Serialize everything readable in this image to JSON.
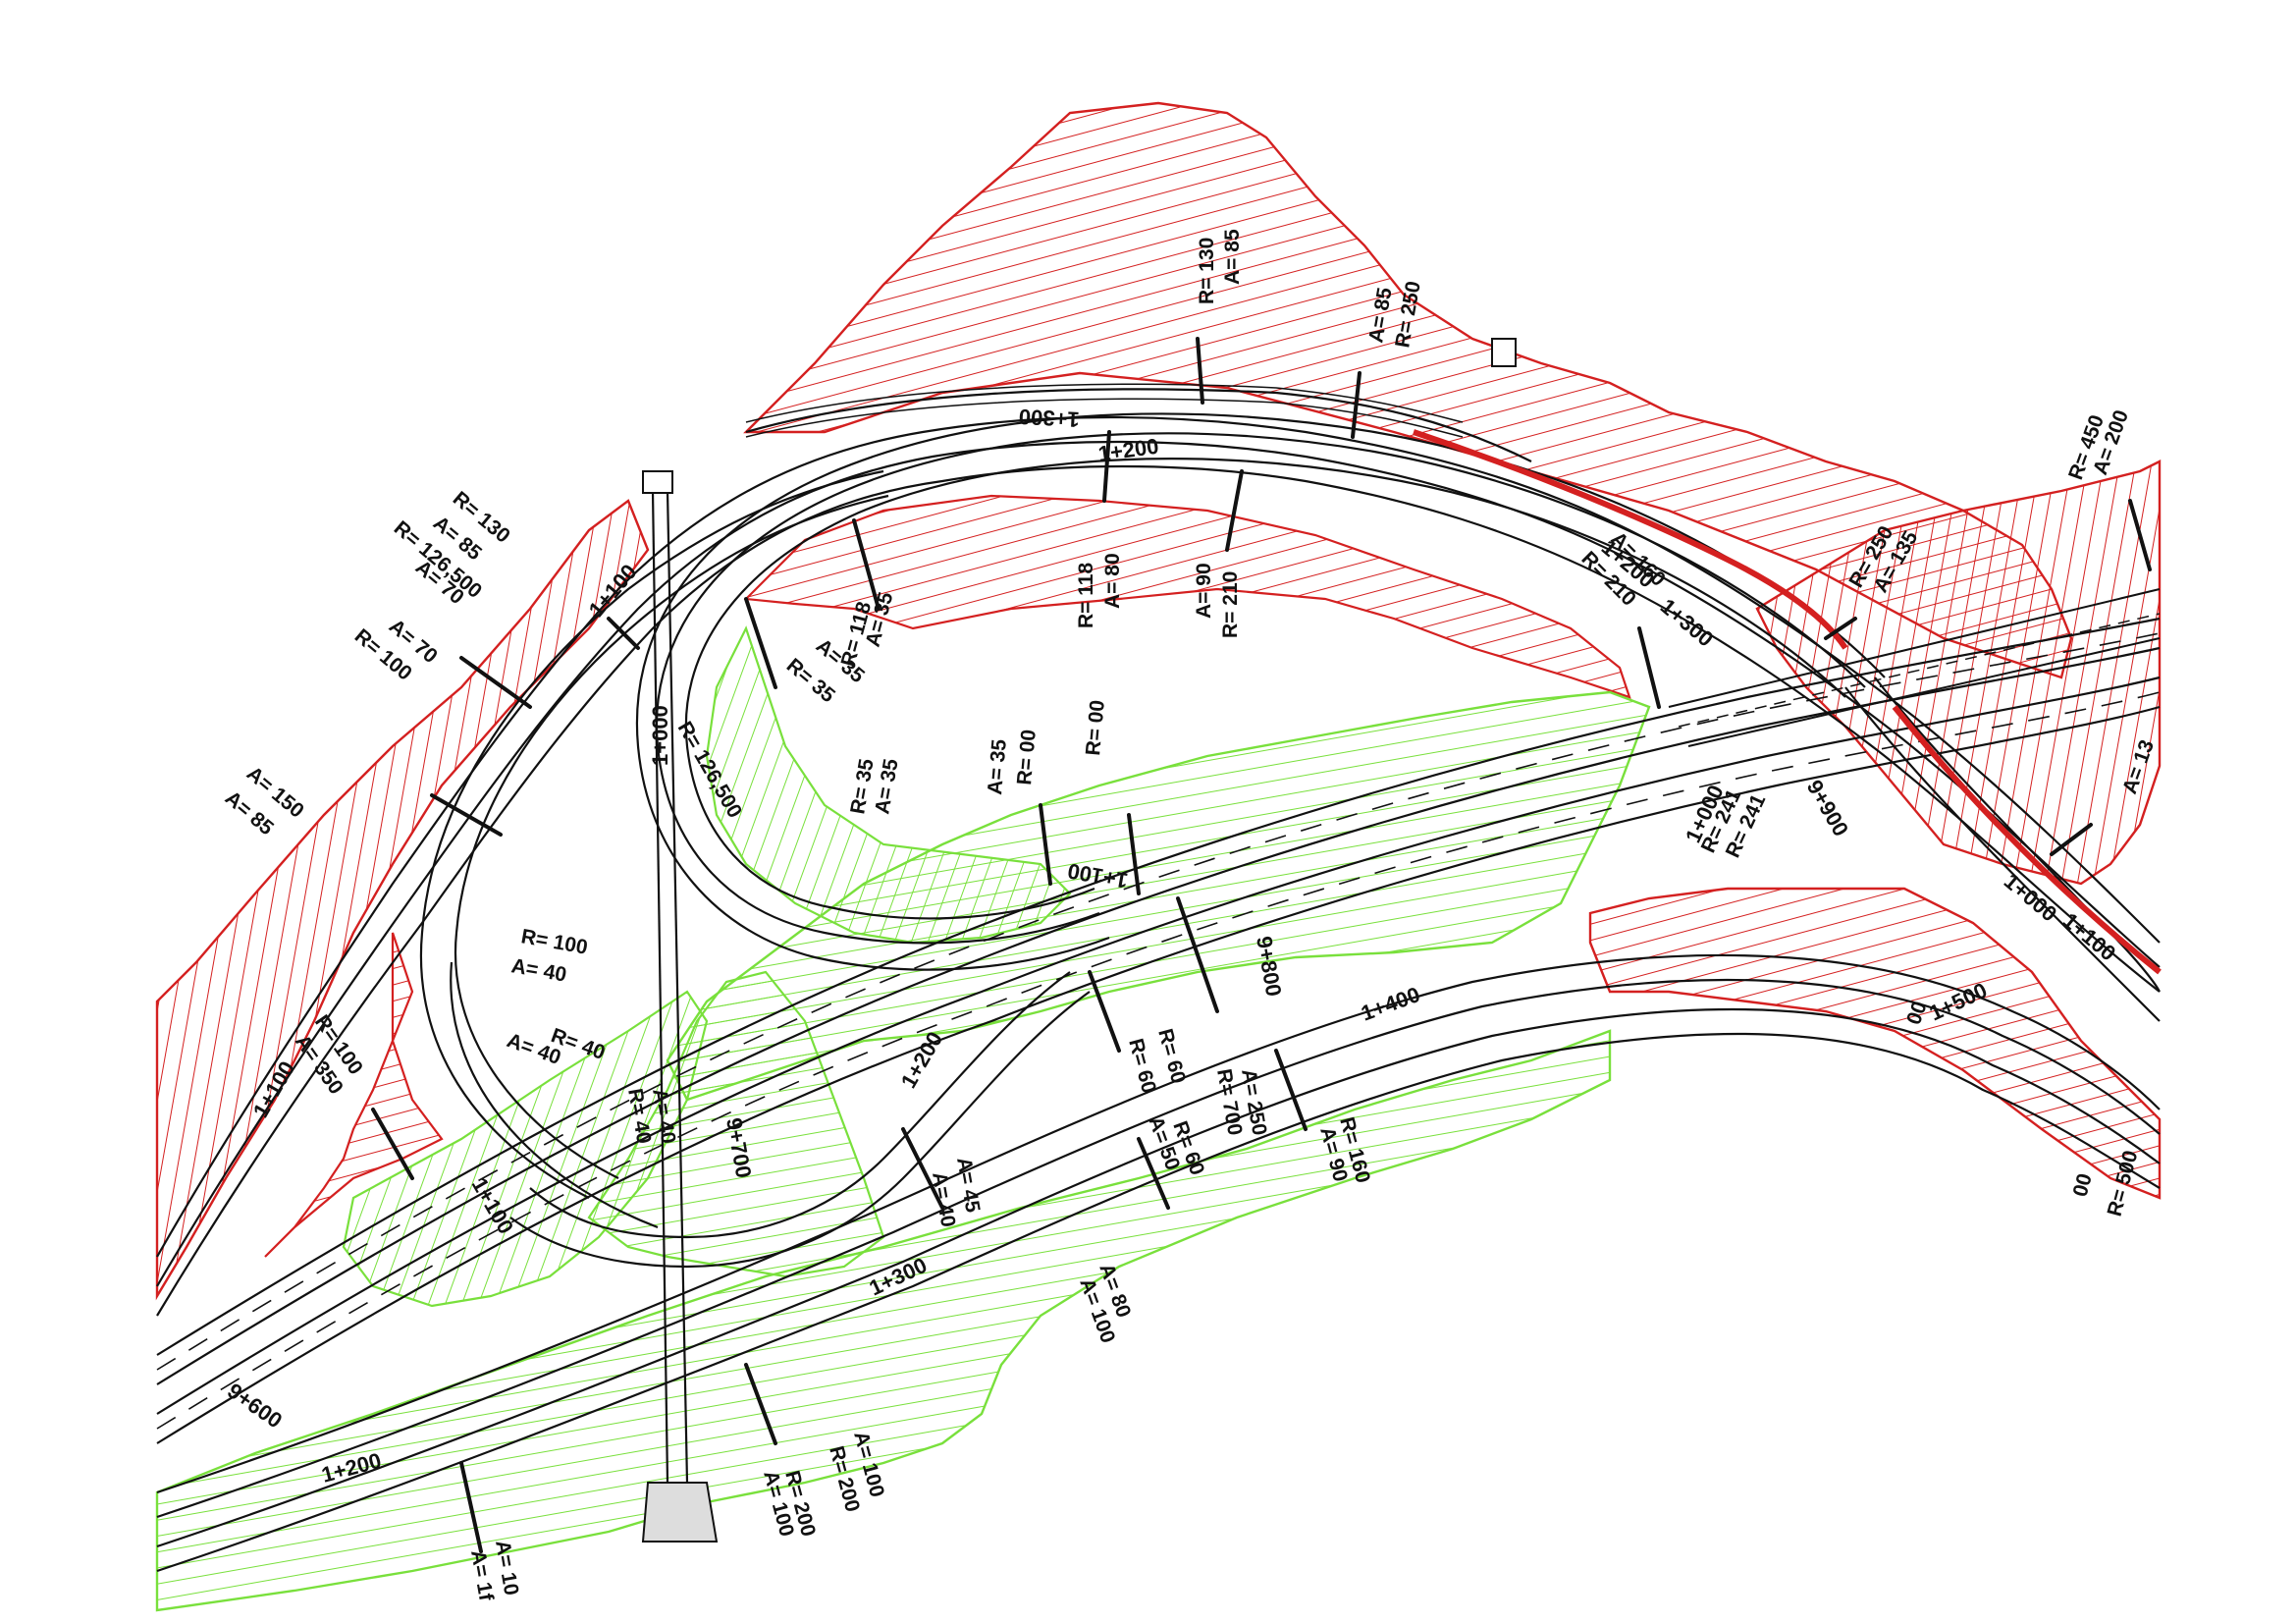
{
  "colors": {
    "cut": "#d42020",
    "fill": "#79e03c",
    "road": "#111111"
  },
  "stations": {
    "s1": "1+300",
    "s2": "1+200",
    "s3": "1+100",
    "s4": "1+000",
    "s5": "1+300",
    "s6": "1+200",
    "s7": "1+100",
    "s8": "1+000",
    "s9": "1+200",
    "s10": "1+400",
    "s11": "1+300",
    "s12": "1+200",
    "s13": "9+600",
    "s14": "9+700",
    "s15": "9+800",
    "s16": "9+900",
    "s17": "1+500",
    "s18": "1+100",
    "s19": "1+000",
    "s20": "1+100",
    "s21": "1+100"
  },
  "labels": {
    "l1": "R= 130",
    "l2": "A= 85",
    "l3": "A= 85",
    "l4": "R= 250",
    "l5": "R= 130",
    "l6": "A= 85",
    "l7": "R= 126,500",
    "l8": "A= 70",
    "l9": "A= 70",
    "l10": "R= 100",
    "l11": "A= 85",
    "l12": "A= 150",
    "l13": "R= 118",
    "l14": "A= 35",
    "l15": "A= 35",
    "l16": "R= 35",
    "l17": "R= 118",
    "l18": "A= 80",
    "l19": "R= 210",
    "l20": "A= 90",
    "l21": "R= 126,500",
    "l22": "R= 35",
    "l23": "A= 35",
    "l24": "A= 35",
    "l25": "R= 00",
    "l26": "R= 00",
    "l27": "R= 100",
    "l28": "A= 40",
    "l29": "R= 40",
    "l30": "A= 40",
    "l31": "A= 40",
    "l32": "R= 40",
    "l33": "R= 100",
    "l34": "A= 350",
    "l35": "R= 60",
    "l36": "R= 60",
    "l37": "R= 700",
    "l38": "A= 250",
    "l39": "A= 50",
    "l40": "R= 60",
    "l41": "A= 45",
    "l42": "A= 40",
    "l43": "R= 160",
    "l44": "A= 90",
    "l45": "A= 80",
    "l46": "A= 100",
    "l47": "A= 100",
    "l48": "R= 200",
    "l49": "R= 200",
    "l50": "A= 100",
    "l51": "A= 10",
    "l52": "A= 1f",
    "l53": "R= 450",
    "l54": "A= 200",
    "l55": "R= 250",
    "l56": "A= 135",
    "l57": "R= 241",
    "l58": "R= 241",
    "l59": "A= 160",
    "l60": "R= 210",
    "l61": "A= 13",
    "l62": "R= 500",
    "l63": "00",
    "l64": "00"
  }
}
